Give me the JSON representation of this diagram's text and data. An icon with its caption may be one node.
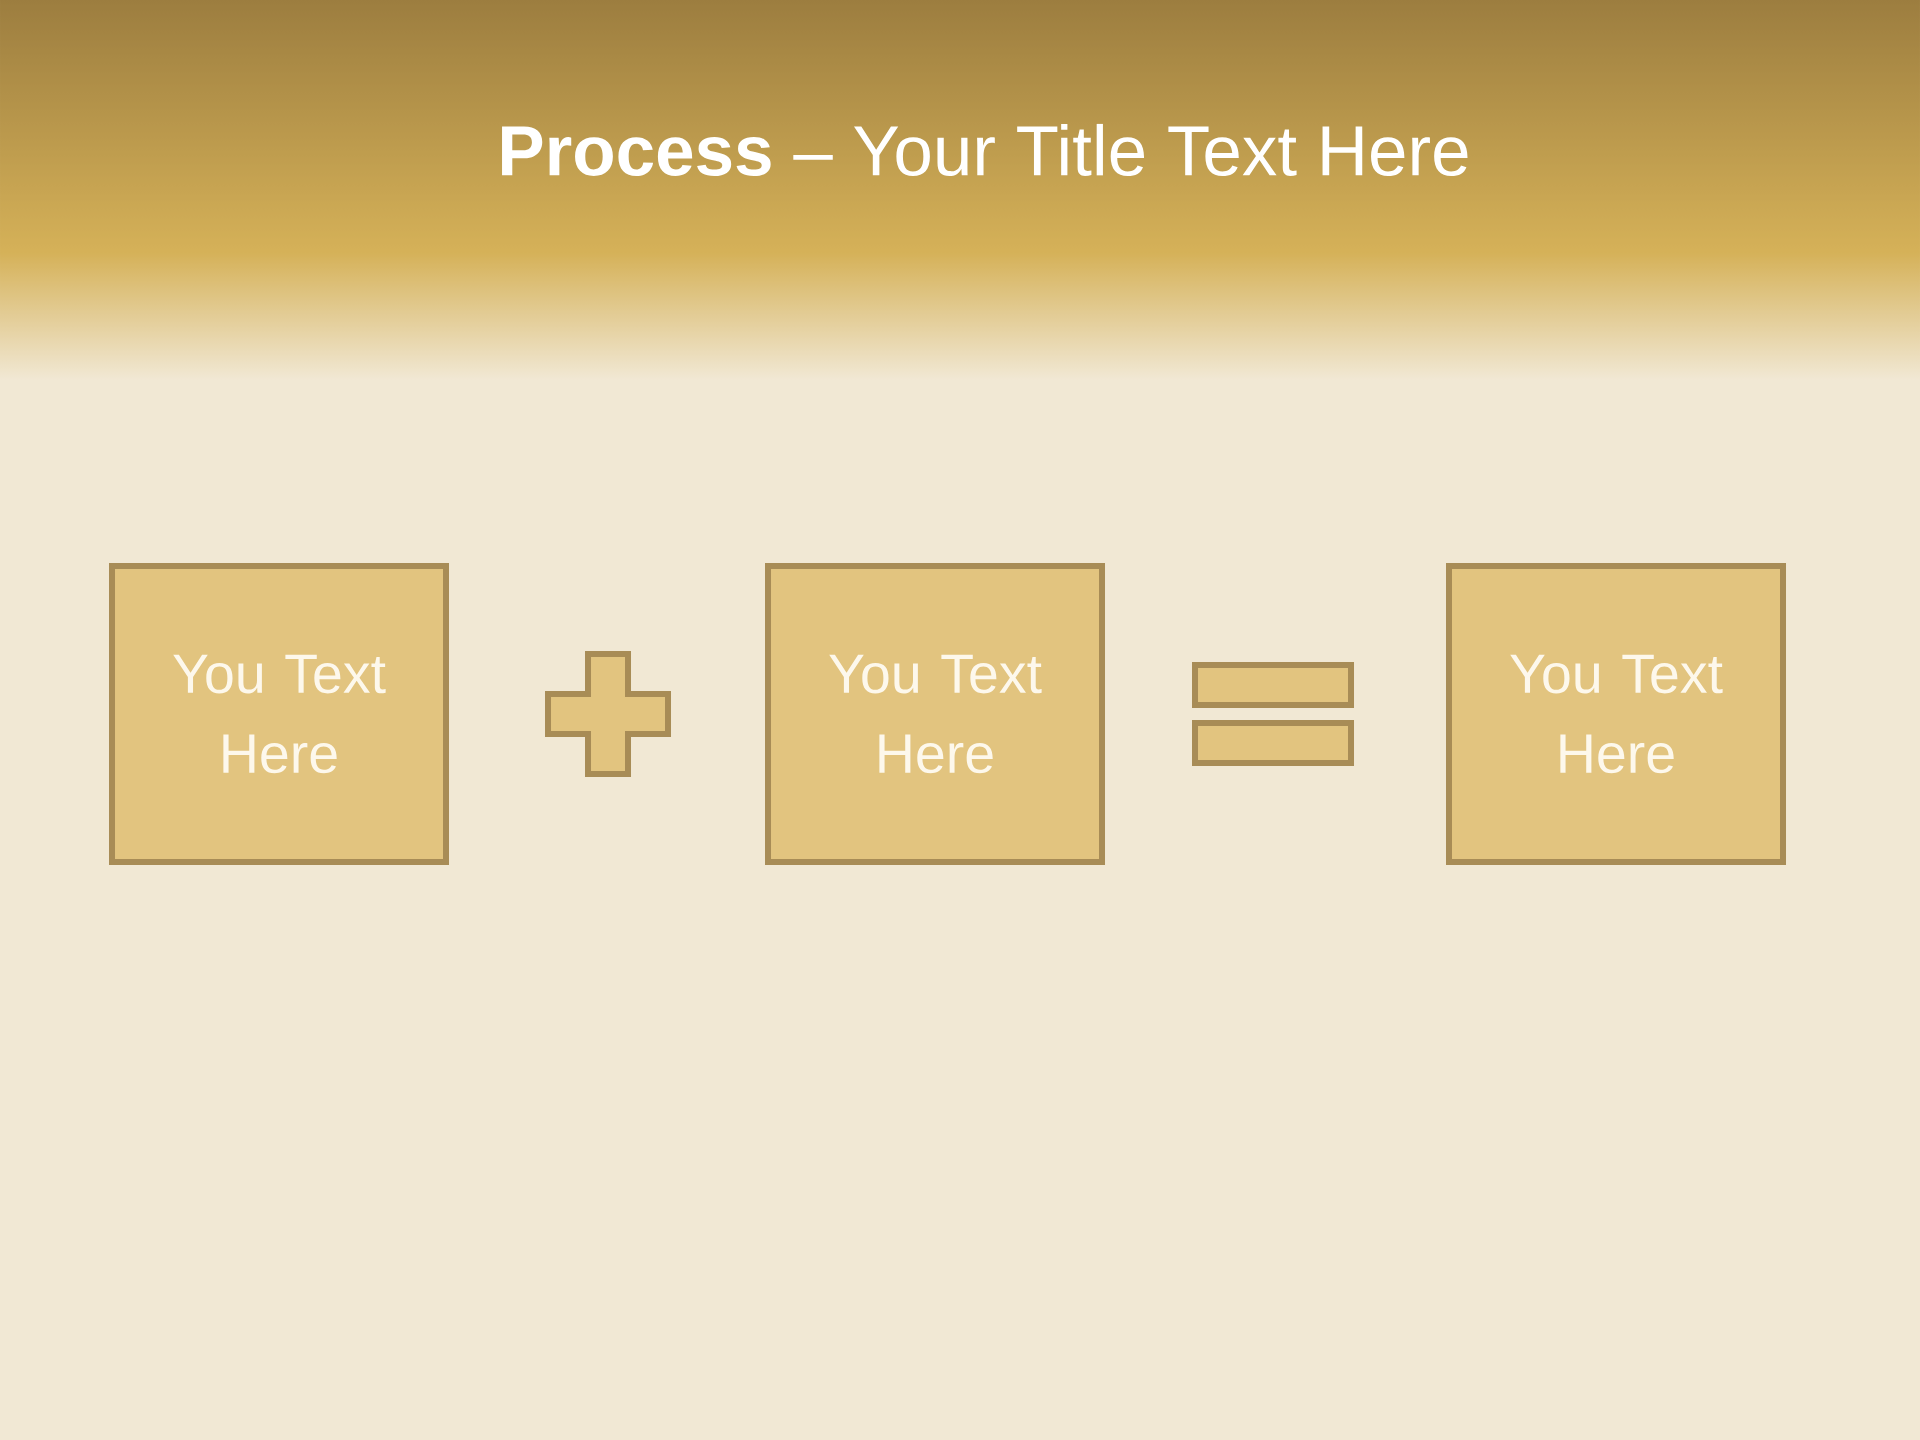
{
  "diagram": {
    "title": "**Process** – Your Title Text Here",
    "nodes": [
      {
        "text": [
          "You Text Here"
        ]
      },
      {
        "text": [],
        "shape": "plus"
      },
      {
        "text": [
          "You Text Here"
        ]
      },
      {
        "text": [],
        "shape": "equals"
      },
      {
        "text": [
          "You Text Here"
        ]
      }
    ]
  }
}
